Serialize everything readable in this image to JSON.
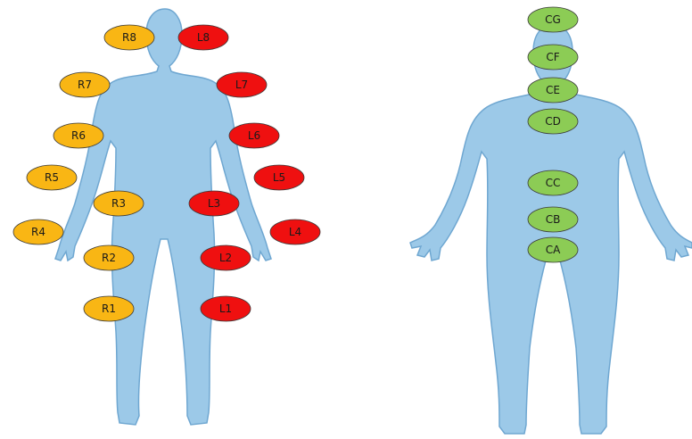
{
  "colors": {
    "body_fill": "#9cc9e8",
    "body_stroke": "#6fa7d1",
    "right_marker": "#f9b614",
    "left_marker": "#ef1010",
    "center_marker": "#8ccc55",
    "marker_stroke": "#3a3a3a",
    "background": "#ffffff"
  },
  "front_figure": {
    "right_markers": [
      {
        "id": "R8",
        "label": "R8"
      },
      {
        "id": "R7",
        "label": "R7"
      },
      {
        "id": "R6",
        "label": "R6"
      },
      {
        "id": "R5",
        "label": "R5"
      },
      {
        "id": "R3",
        "label": "R3"
      },
      {
        "id": "R4",
        "label": "R4"
      },
      {
        "id": "R2",
        "label": "R2"
      },
      {
        "id": "R1",
        "label": "R1"
      }
    ],
    "left_markers": [
      {
        "id": "L8",
        "label": "L8"
      },
      {
        "id": "L7",
        "label": "L7"
      },
      {
        "id": "L6",
        "label": "L6"
      },
      {
        "id": "L5",
        "label": "L5"
      },
      {
        "id": "L3",
        "label": "L3"
      },
      {
        "id": "L4",
        "label": "L4"
      },
      {
        "id": "L2",
        "label": "L2"
      },
      {
        "id": "L1",
        "label": "L1"
      }
    ]
  },
  "back_figure": {
    "center_markers": [
      {
        "id": "CG",
        "label": "CG"
      },
      {
        "id": "CF",
        "label": "CF"
      },
      {
        "id": "CE",
        "label": "CE"
      },
      {
        "id": "CD",
        "label": "CD"
      },
      {
        "id": "CC",
        "label": "CC"
      },
      {
        "id": "CB",
        "label": "CB"
      },
      {
        "id": "CA",
        "label": "CA"
      }
    ]
  }
}
